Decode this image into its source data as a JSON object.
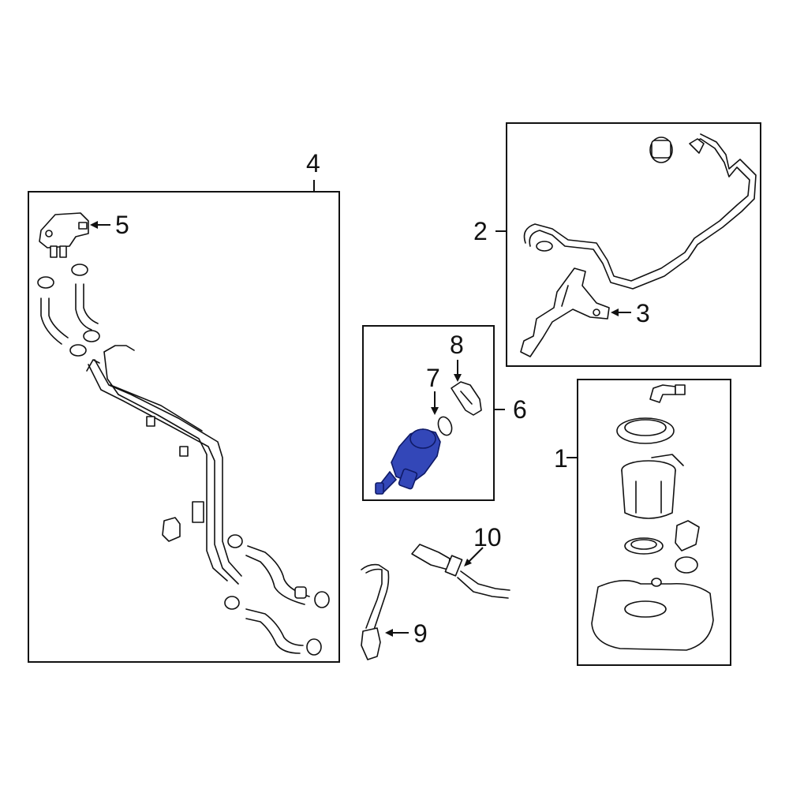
{
  "colors": {
    "highlight": "#3347b8",
    "line": "#111111",
    "background": "#ffffff"
  },
  "callouts": {
    "c1": "1",
    "c2": "2",
    "c3": "3",
    "c4": "4",
    "c5": "5",
    "c6": "6",
    "c7": "7",
    "c8": "8",
    "c9": "9",
    "c10": "10"
  }
}
